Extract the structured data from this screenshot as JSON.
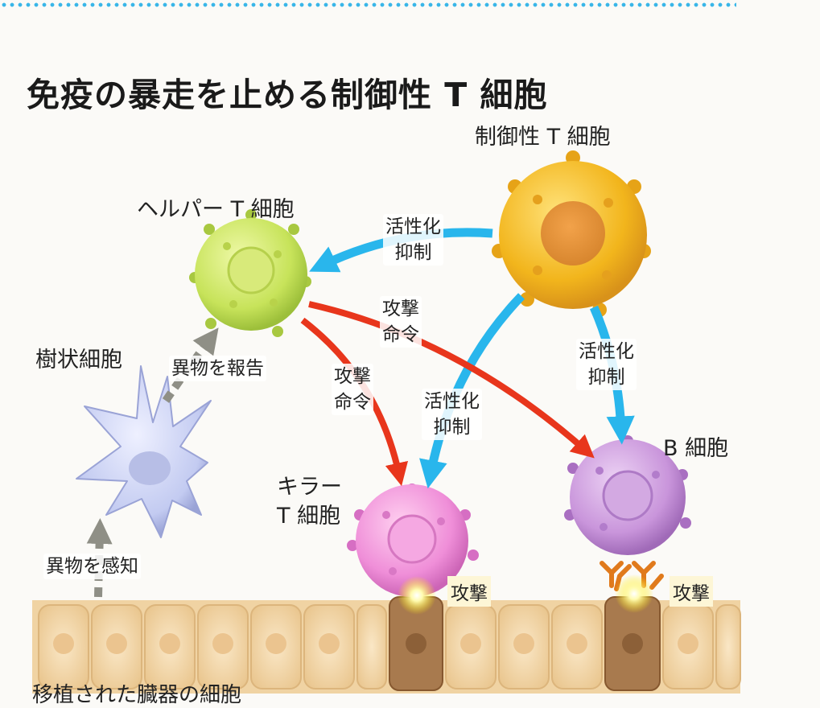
{
  "title": "免疫の暴走を止める制御性 T 細胞",
  "cells": {
    "regulatory_t": "制御性 T 細胞",
    "helper_t": "ヘルパー T 細胞",
    "dendritic": "樹状細胞",
    "killer_t_line1": "キラー",
    "killer_t_line2": "T 細胞",
    "b_cell": "B 細胞"
  },
  "arrows": {
    "activation_suppression_line1": "活性化",
    "activation_suppression_line2": "抑制",
    "attack_order_line1": "攻撃",
    "attack_order_line2": "命令",
    "report_foreign": "異物を報告",
    "sense_foreign": "異物を感知"
  },
  "actions": {
    "attack": "攻撃"
  },
  "bottom_caption": "移植された臓器の細胞",
  "colors": {
    "blue_arrow": "#29b6ec",
    "red_arrow": "#e8361c",
    "gray_arrow": "#8f8f86",
    "regulatory_t": "#f2b51c",
    "helper_t": "#c7e35a",
    "dendritic": "#c3cbf1",
    "killer_t": "#ef8ed8",
    "b_cell": "#c995db",
    "tissue": "#f3d9ad"
  }
}
